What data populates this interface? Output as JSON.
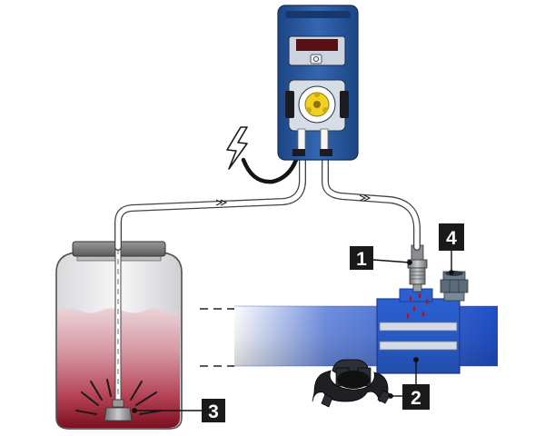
{
  "callouts": [
    {
      "id": "injection-fitting",
      "label": "1"
    },
    {
      "id": "pipe-saddle-clamp",
      "label": "2"
    },
    {
      "id": "foot-valve-filter",
      "label": "3"
    },
    {
      "id": "reducer-bushing",
      "label": "4"
    }
  ],
  "pump": {
    "display_value": ""
  },
  "icons": {
    "power": "lightning-bolt",
    "pump_button": "power-button",
    "pump_head": "peristaltic-rotor"
  },
  "colors": {
    "pump_body": "#2a5aa0",
    "pipe_blue": "#2355c8",
    "chemical": "#9a1a2a",
    "callout_bg": "#1a1a1a",
    "rotor": "#f0d020"
  }
}
